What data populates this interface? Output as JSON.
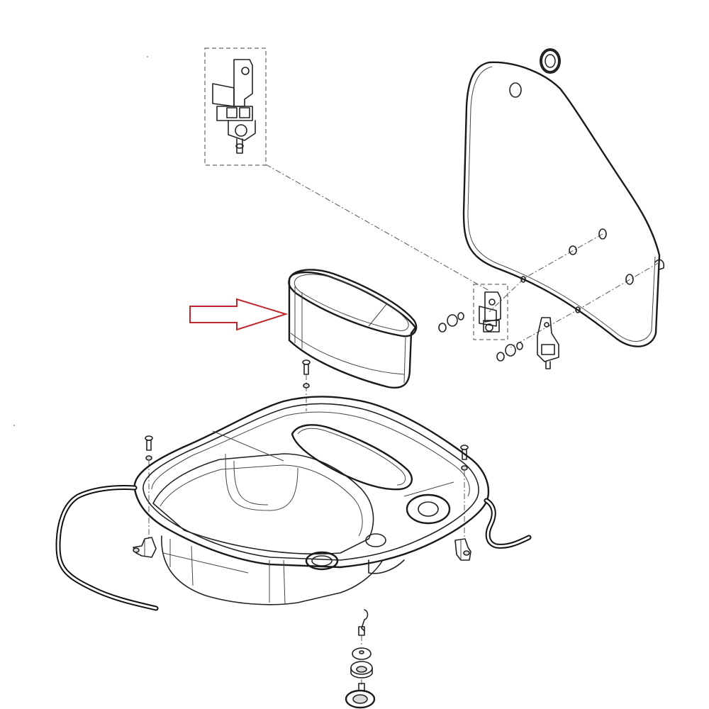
{
  "figure": {
    "kind": "exploded-parts-diagram",
    "colors": {
      "line": "#222222",
      "highlight_arrow": "#c0272d",
      "background": "#ffffff"
    },
    "parts": [
      {
        "id": "hinge-bracket-detail",
        "icon": "hinge-bracket-icon"
      },
      {
        "id": "glass-lid",
        "icon": "lid-icon"
      },
      {
        "id": "lid-grommet",
        "icon": "grommet-icon"
      },
      {
        "id": "lid-hinge-assembly",
        "icon": "hinge-icon"
      },
      {
        "id": "waste-insert-bin",
        "icon": "bin-icon",
        "highlighted": true
      },
      {
        "id": "corner-sink-basin",
        "icon": "sink-icon"
      },
      {
        "id": "edge-seal-strip",
        "icon": "seal-icon"
      },
      {
        "id": "mounting-screws",
        "icon": "screw-icon"
      },
      {
        "id": "mounting-clips",
        "icon": "clip-icon"
      },
      {
        "id": "drain-plug-assembly",
        "icon": "drain-icon"
      }
    ]
  }
}
